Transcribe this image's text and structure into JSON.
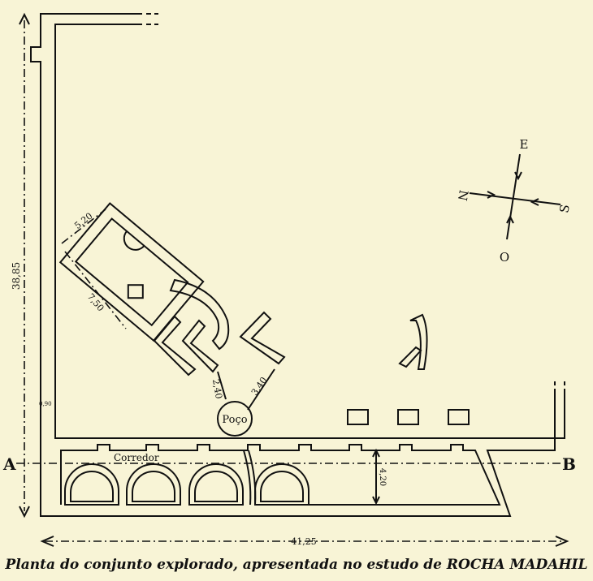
{
  "plan": {
    "labels": {
      "well": "Poço",
      "corridor": "Corredor",
      "section_start": "A",
      "section_end": "B"
    },
    "dimensions": {
      "height_total": "38,85",
      "width_total": "41,25",
      "room_width": "5,20",
      "room_length": "7,50",
      "dist_well_left": "2,40",
      "dist_well_right": "3,40",
      "corridor_width": "4,20",
      "wall_thickness": "0,90",
      "unit": "m"
    },
    "compass": {
      "north": "N",
      "south": "S",
      "east": "E",
      "west": "O"
    }
  },
  "caption": {
    "text": "Planta do conjunto explorado, apresentada no estudo de",
    "author": "ROCHA MADAHIL"
  }
}
